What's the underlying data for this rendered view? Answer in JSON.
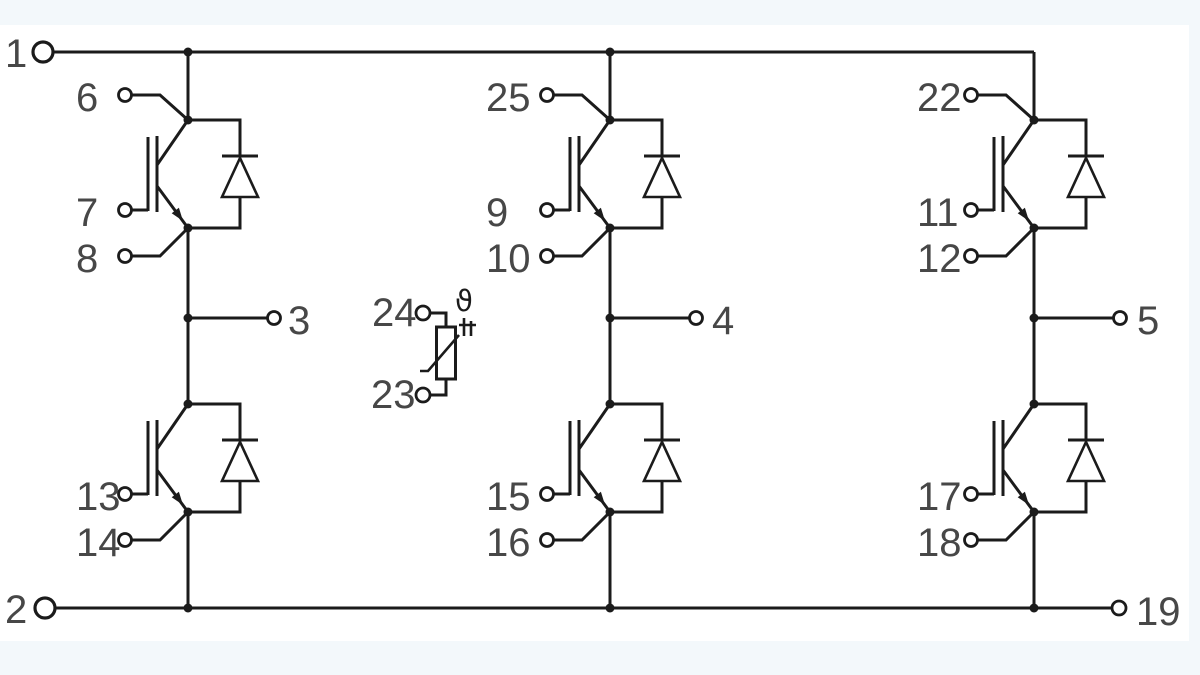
{
  "schematic": {
    "colors": {
      "page_background": "#f3f8fb",
      "canvas_background": "#ffffff",
      "line": "#1b1b1b",
      "label": "#474747"
    },
    "terminals": {
      "t1": "1",
      "t2": "2",
      "t3": "3",
      "t4": "4",
      "t5": "5",
      "t6": "6",
      "t7": "7",
      "t8": "8",
      "t9": "9",
      "t10": "10",
      "t11": "11",
      "t12": "12",
      "t13": "13",
      "t14": "14",
      "t15": "15",
      "t16": "16",
      "t17": "17",
      "t18": "18",
      "t19": "19",
      "t22": "22",
      "t23": "23",
      "t24": "24",
      "t25": "25"
    },
    "thermistor": {
      "theta_symbol": "ϑ"
    }
  }
}
